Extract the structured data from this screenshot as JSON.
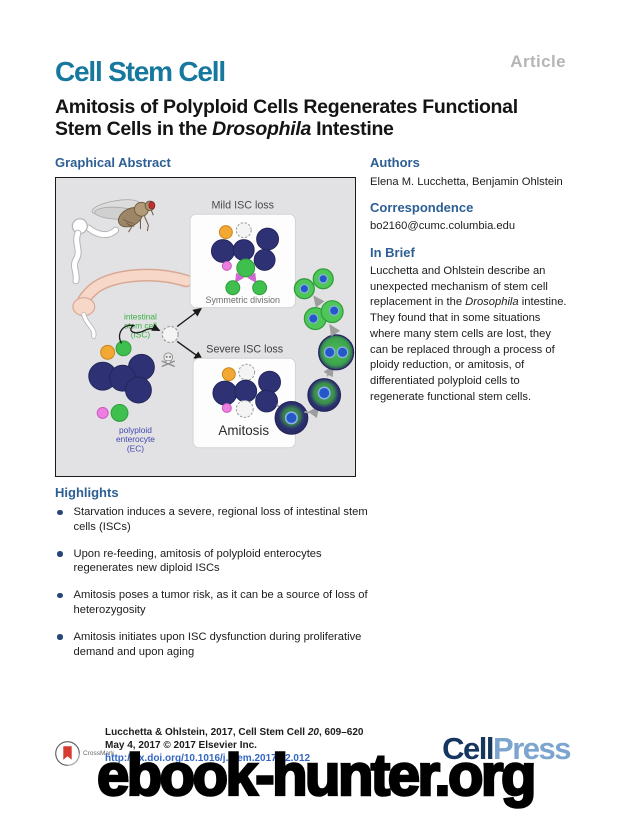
{
  "header": {
    "article_label": "Article",
    "journal_logo": "Cell Stem Cell",
    "title_line1": "Amitosis of Polyploid Cells Regenerates Functional",
    "title_line2_pre": "Stem Cells in the ",
    "title_line2_italic": "Drosophila",
    "title_line2_post": " Intestine"
  },
  "graphical_abstract": {
    "heading": "Graphical Abstract",
    "mild_label": "Mild ISC loss",
    "severe_label": "Severe ISC loss",
    "symmetric_label": "Symmetric division",
    "amitosis_label": "Amitosis",
    "isc_label": [
      "intestinal",
      "stem cell",
      "(ISC)"
    ],
    "ec_label": [
      "polyploid",
      "enterocyte",
      "(EC)"
    ],
    "colors": {
      "enterocyte_navy": "#2e3174",
      "isc_green": "#3fbf4d",
      "orange_cell": "#f2a832",
      "pink_cell": "#ee7fe2",
      "dying_cell_gray": "#f4f4f4",
      "midgut_salmon": "#f6d7c8",
      "nucleus_blue": "#2457c8",
      "box_background": "#e2e2e4"
    }
  },
  "authors": {
    "heading": "Authors",
    "names": "Elena M. Lucchetta, Benjamin Ohlstein"
  },
  "correspondence": {
    "heading": "Correspondence",
    "email": "bo2160@cumc.columbia.edu"
  },
  "in_brief": {
    "heading": "In Brief",
    "text_pre": "Lucchetta and Ohlstein describe an unexpected mechanism of stem cell replacement in the ",
    "text_italic": "Drosophila",
    "text_post": " intestine. They found that in some situations where many stem cells are lost, they can be replaced through a process of ploidy reduction, or amitosis, of differentiated polyploid cells to regenerate functional stem cells."
  },
  "highlights": {
    "heading": "Highlights",
    "items": [
      "Starvation induces a severe, regional loss of intestinal stem cells (ISCs)",
      "Upon re-feeding, amitosis of polyploid enterocytes regenerates new diploid ISCs",
      "Amitosis poses a tumor risk, as it can be a source of loss of heterozygosity",
      "Amitosis initiates upon ISC dysfunction during proliferative demand and upon aging"
    ]
  },
  "footer": {
    "crossmark_label": "CrossMark",
    "citation_pre": "Lucchetta & Ohlstein, 2017, Cell Stem Cell ",
    "citation_volume": "20",
    "citation_post": ", 609–620",
    "citation_line2": "May 4, 2017 © 2017 Elsevier Inc.",
    "doi": "http://dx.doi.org/10.1016/j.stem.2017.02.012",
    "cellpress_cell": "Cell",
    "cellpress_press": "Press"
  },
  "watermark": "ebook-hunter.org"
}
